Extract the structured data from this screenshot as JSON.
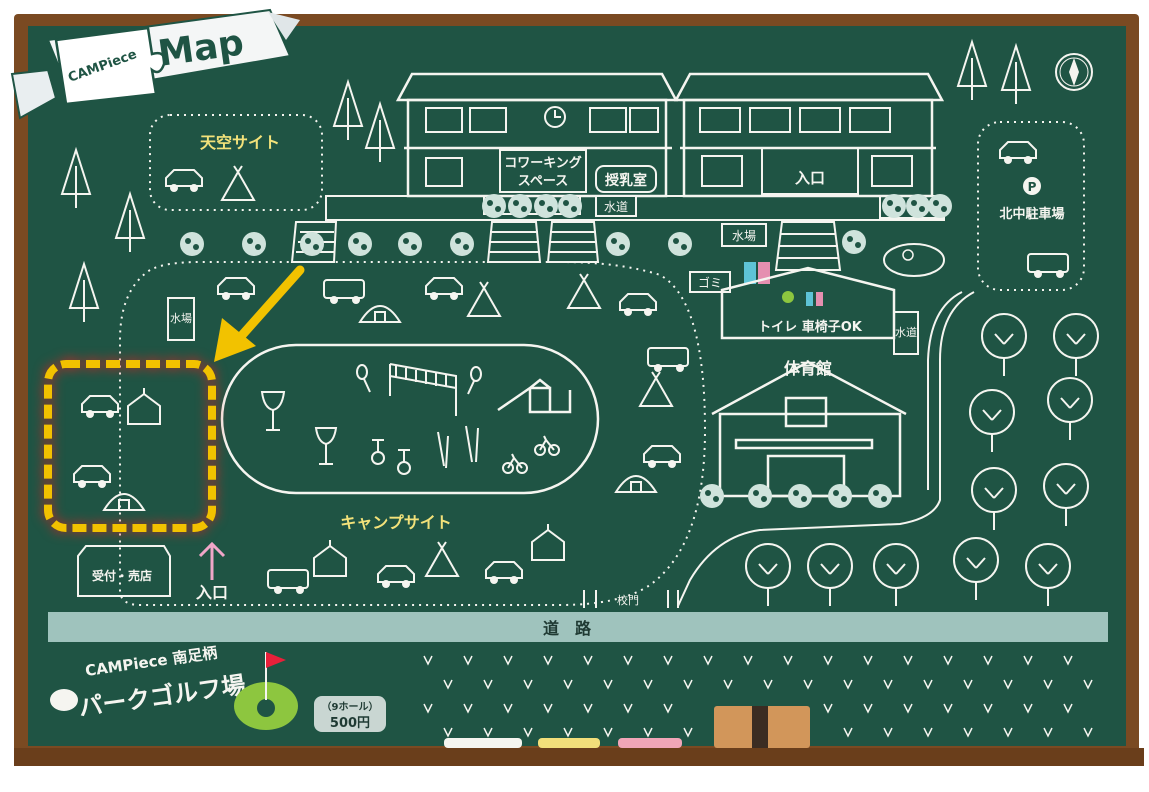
{
  "header": {
    "brand": "CAMPiece",
    "title": "Map"
  },
  "areas": {
    "sky_site": "天空サイト",
    "camp_site": "キャンプサイト",
    "north_parking": "北中駐車場",
    "parking_symbol": "P",
    "gym": "体育館",
    "toilet": "トイレ 車椅子OK",
    "reception": "受付・売店",
    "entrance_building": "入口",
    "entrance_main": "入口",
    "coworking": "コワーキング\nスペース",
    "coworking_line1": "コワーキング",
    "coworking_line2": "スペース",
    "nursing": "授乳室",
    "school_gate": "校門",
    "road": "道　路"
  },
  "water": {
    "mizuba_top": "水場",
    "suido_top": "水道",
    "mizuba_left": "水場",
    "suido_right": "水道",
    "gomi": "ゴミ"
  },
  "golf": {
    "brand_line": "CAMPiece 南足柄",
    "title": "パークゴルフ場",
    "holes": "（9ホール）",
    "price": "500円"
  },
  "colors": {
    "board": "#1f5444",
    "frame": "#7a4a22",
    "chalk": "#f5f5f0",
    "yellow_label": "#f3e27a",
    "road": "#9fc3bd",
    "highlight": "#f2c200",
    "arrow": "#f2c200",
    "golf_green": "#8dc63f"
  },
  "icons": [
    "puzzle-logo-icon",
    "compass-icon",
    "clock-icon",
    "car-icon",
    "camper-van-icon",
    "tent-icon",
    "dome-tent-icon",
    "teepee-icon",
    "tree-icon",
    "bush-icon",
    "volleyball-net-icon",
    "slide-icon",
    "bicycle-icon",
    "unicycle-icon",
    "badminton-icon",
    "wine-glass-icon",
    "accessible-icon",
    "restroom-icon",
    "flag-icon",
    "chalk-icon",
    "eraser-icon",
    "arrow-icon"
  ]
}
